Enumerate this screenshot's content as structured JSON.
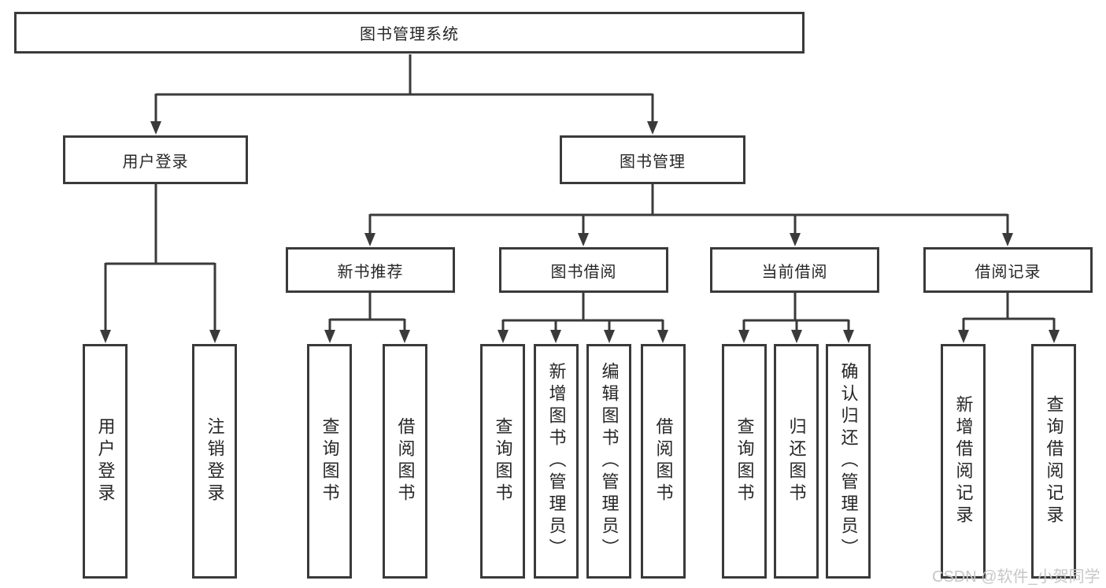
{
  "diagram_title": "图书管理系统",
  "colors": {
    "line": "#3a3a3a",
    "text": "#262626",
    "box_background": "#ffffff",
    "watermark": "#c7c7c7"
  },
  "nodes": {
    "root": {
      "label": "图书管理系统"
    },
    "userLogin": {
      "label": "用户登录"
    },
    "bookMgmt": {
      "label": "图书管理"
    },
    "newBookRec": {
      "label": "新书推荐"
    },
    "bookBorrow": {
      "label": "图书借阅"
    },
    "currentBorrow": {
      "label": "当前借阅"
    },
    "borrowRecords": {
      "label": "借阅记录"
    },
    "leafUserLogin": {
      "label": "用户登录",
      "parent": "用户登录"
    },
    "leafLogout": {
      "label": "注销登录",
      "parent": "用户登录"
    },
    "leafNbQuery": {
      "label": "查询图书",
      "parent": "新书推荐"
    },
    "leafNbBorrow": {
      "label": "借阅图书",
      "parent": "新书推荐"
    },
    "leafBbQuery": {
      "label": "查询图书",
      "parent": "图书借阅"
    },
    "leafBbAdd": {
      "label": "新增图书（管理员）",
      "parent": "图书借阅"
    },
    "leafBbEdit": {
      "label": "编辑图书（管理员）",
      "parent": "图书借阅"
    },
    "leafBbBorrow": {
      "label": "借阅图书",
      "parent": "图书借阅"
    },
    "leafCbQuery": {
      "label": "查询图书",
      "parent": "当前借阅"
    },
    "leafCbReturn": {
      "label": "归还图书",
      "parent": "当前借阅"
    },
    "leafCbConfirm": {
      "label": "确认归还（管理员）",
      "parent": "当前借阅"
    },
    "leafBrAdd": {
      "label": "新增借阅记录",
      "parent": "借阅记录"
    },
    "leafBrQuery": {
      "label": "查询借阅记录",
      "parent": "借阅记录"
    }
  },
  "watermark": {
    "text": "CSDN @软件_小贺同学"
  }
}
